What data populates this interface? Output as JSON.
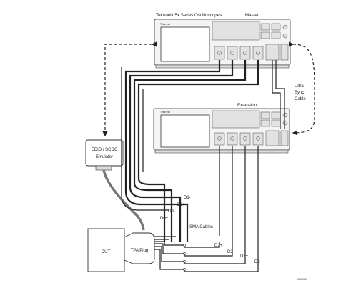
{
  "scopes": {
    "series_title": "Tektronix 5x Series Oscilloscopes",
    "master_label": "Master",
    "extension_label": "Extension",
    "brand": "Tektronix"
  },
  "devices": {
    "edid_line1": "EDID / SCDC",
    "edid_line2": "Emulator",
    "dut": "DUT",
    "tpa_plug": "TPA Plug"
  },
  "sync_cable": {
    "line1": "Ultra",
    "line2": "Sync",
    "line3": "Cable"
  },
  "sma_cables_label": "SMA Cables",
  "signals_master": [
    "D1-",
    "D1+",
    "D0-",
    "D0+"
  ],
  "signals_extension": [
    "D2+",
    "D2-",
    "D3+",
    "D3-"
  ],
  "figure_id": "000-000"
}
